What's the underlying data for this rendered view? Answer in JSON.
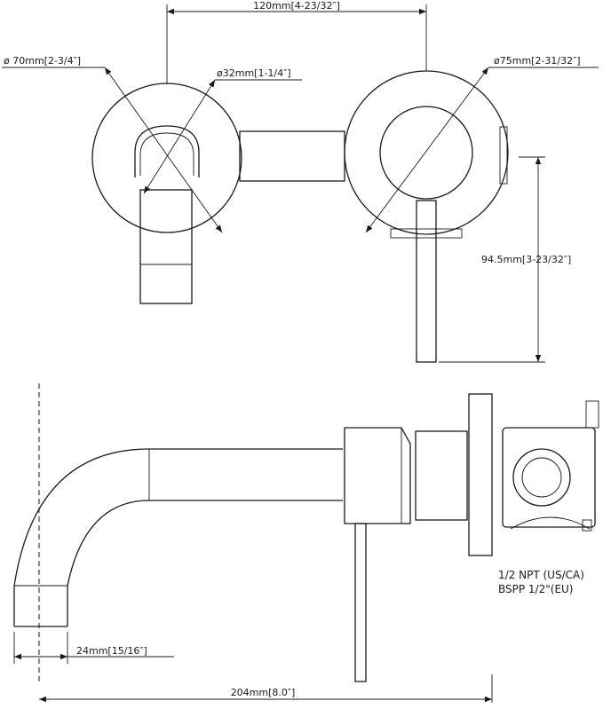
{
  "dimensions": {
    "center_spacing": "120mm[4-23/32″]",
    "escutcheon_left_diameter": "ø 70mm[2-3/4″]",
    "handle_base_diameter": "ø32mm[1-1/4″]",
    "escutcheon_right_diameter": "ø75mm[2-31/32″]",
    "handle_length": "94.5mm[3-23/32″]",
    "spout_thickness": "24mm[15/16″]",
    "spout_reach": "204mm[8.0″]"
  },
  "notes": {
    "thread_us": "1/2 NPT (US/CA)",
    "thread_eu": "BSPP 1/2\"(EU)"
  }
}
